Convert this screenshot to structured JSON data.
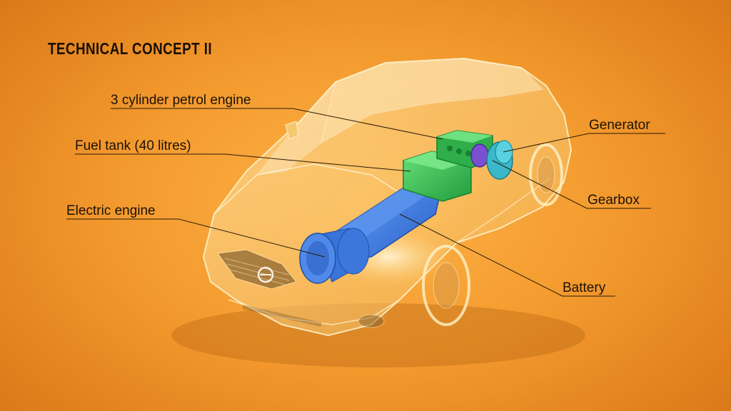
{
  "title": "TECHNICAL CONCEPT II",
  "labels": {
    "petrol_engine": "3 cylinder petrol engine",
    "fuel_tank": "Fuel tank (40 litres)",
    "electric_engine": "Electric engine",
    "generator": "Generator",
    "gearbox": "Gearbox",
    "battery": "Battery"
  },
  "colors": {
    "background": "#f39a2e",
    "petrol_engine": "#2fae4a",
    "fuel_tank": "#3fc25a",
    "battery_pack": "#3b7fe0",
    "generator": "#3ab8c8",
    "gearbox": "#7a4fd0"
  }
}
